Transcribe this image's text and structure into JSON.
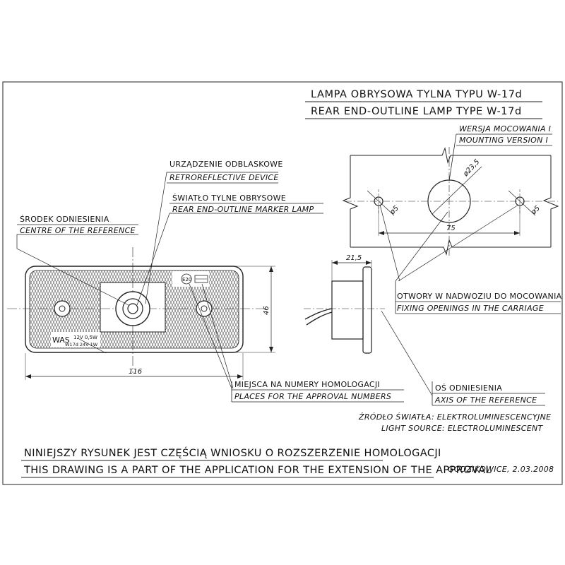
{
  "title": {
    "line1": "LAMPA OBRYSOWA TYLNA TYPU W-17d",
    "line2": "REAR END-OUTLINE LAMP TYPE W-17d"
  },
  "mounting_version": {
    "pl": "WERSJA MOCOWANIA I",
    "en": "MOUNTING VERSION I"
  },
  "labels": {
    "retroreflective_pl": "URZĄDZENIE ODBLASKOWE",
    "retroreflective_en": "RETROREFLECTIVE DEVICE",
    "marker_lamp_pl": "ŚWIATŁO TYLNE OBRYSOWE",
    "marker_lamp_en": "REAR END-OUTLINE MARKER LAMP",
    "centre_ref_pl": "ŚRODEK ODNIESIENIA",
    "centre_ref_en": "CENTRE OF THE REFERENCE",
    "fixing_pl": "OTWORY W NADWOZIU DO MOCOWANIA",
    "fixing_en": "FIXING OPENINGS IN THE CARRIAGE",
    "approval_pl": "MIEJSCA NA NUMERY HOMOLOGACJI",
    "approval_en": "PLACES FOR THE APPROVAL NUMBERS",
    "axis_pl": "OŚ ODNIESIENIA",
    "axis_en": "AXIS OF THE REFERENCE",
    "light_source_pl": "ŹRÓDŁO ŚWIATŁA: ELEKTROLUMINESCENCYJNE",
    "light_source_en": "LIGHT SOURCE: ELECTROLUMINESCENT"
  },
  "dimensions": {
    "width": "116",
    "height": "46",
    "depth": "21,5",
    "hole_spacing": "75",
    "hole_diameter_left": "ø5",
    "hole_diameter_right": "ø5",
    "center_hole_diameter": "ø23,5"
  },
  "lamp_markings": {
    "e_mark": "E20",
    "brand": "WAS",
    "rating_1": "12V 0,5W",
    "rating_2": "W17d 24V 1W"
  },
  "footer": {
    "pl": "NINIEJSZY RYSUNEK JEST CZĘŚCIĄ WNIOSKU O ROZSZERZENIE HOMOLOGACJI",
    "en": "THIS DRAWING IS A PART OF THE APPLICATION FOR THE EXTENSION OF THE APPROVAL",
    "place_date": "GODZIKOWICE, 2.03.2008"
  }
}
